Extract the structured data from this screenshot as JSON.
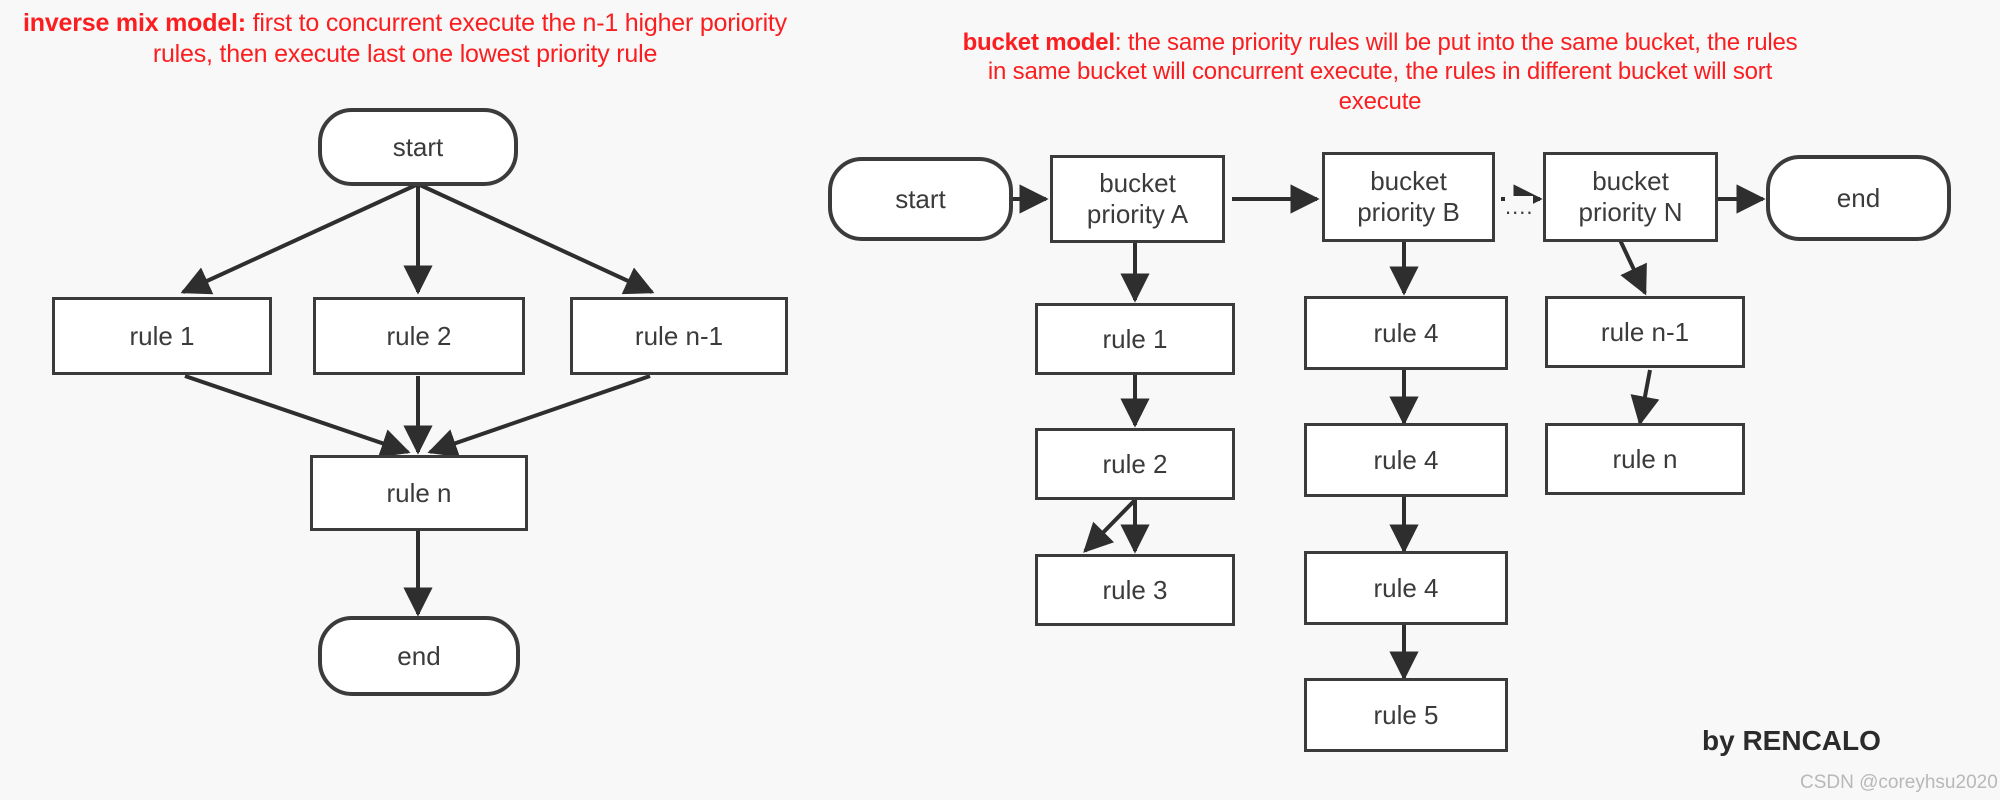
{
  "page": {
    "background_color": "#f8f8f8",
    "node_fill": "#ffffff",
    "node_stroke": "#3b3b3b",
    "caption_color": "#fb1e20",
    "signature": "by RENCALO",
    "watermark": "CSDN @coreyhsu2020"
  },
  "left_diagram": {
    "caption_bold": "inverse mix model:",
    "caption_rest": " first to concurrent execute the n-1 higher poriority rules, then execute last one lowest priority rule",
    "nodes": {
      "start": "start",
      "rule1": "rule 1",
      "rule2": "rule 2",
      "rule_n_minus_1": "rule n-1",
      "rule_n": "rule n",
      "end": "end"
    }
  },
  "right_diagram": {
    "caption_bold": "bucket model",
    "caption_rest": ": the same priority rules will be put into the same bucket, the rules in same bucket will concurrent execute, the rules in different bucket will sort execute",
    "nodes": {
      "start": "start",
      "bucket_a": "bucket\npriority A",
      "bucket_b": "bucket\npriority B",
      "bucket_n": "bucket\npriority N",
      "end": "end",
      "ellipsis": "....",
      "col_a": [
        "rule 1",
        "rule 2",
        "rule 3"
      ],
      "col_b": [
        "rule 4",
        "rule 4",
        "rule 4",
        "rule 5"
      ],
      "col_n": [
        "rule n-1",
        "rule n"
      ]
    }
  }
}
